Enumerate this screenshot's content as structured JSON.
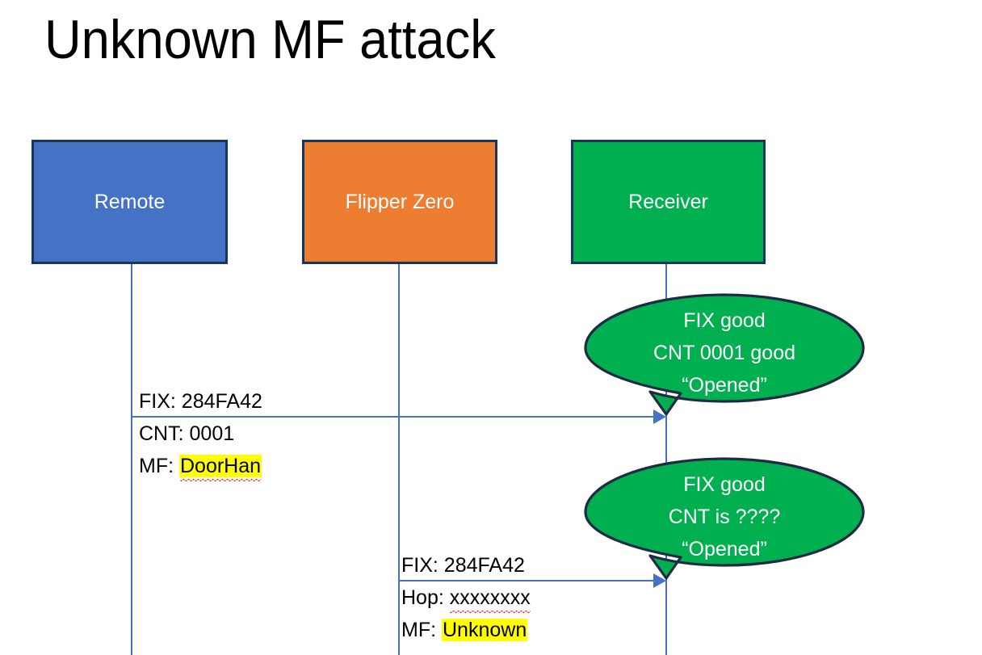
{
  "slide": {
    "title": "Unknown MF attack",
    "background": "#FFFFFF"
  },
  "colors": {
    "remote_fill": "#4472C4",
    "flipper_fill": "#ED7D31",
    "receiver_fill": "#00B050",
    "box_border": "#17365D",
    "lifeline": "#4472C4",
    "arrow": "#4472C4",
    "highlight": "#FFFF00",
    "spellcheck_underline": "#E02020",
    "callout_fill": "#00B050",
    "callout_border": "#1F2A44",
    "text_dark": "#000000",
    "text_light": "#FFFFFF"
  },
  "actors": [
    {
      "id": "remote",
      "label": "Remote",
      "fill": "#4472C4"
    },
    {
      "id": "flipper",
      "label": "Flipper Zero",
      "fill": "#ED7D31"
    },
    {
      "id": "receiver",
      "label": "Receiver",
      "fill": "#00B050"
    }
  ],
  "messages": [
    {
      "id": "msg-remote-to-receiver",
      "from": "remote",
      "to": "receiver",
      "lines": [
        {
          "label": "FIX:",
          "value": "284FA42",
          "highlight": false,
          "spellcheck_error": false
        },
        {
          "label": "CNT:",
          "value": "0001",
          "highlight": false,
          "spellcheck_error": false
        },
        {
          "label": "MF:",
          "value": "DoorHan",
          "highlight": true,
          "spellcheck_error": true
        }
      ]
    },
    {
      "id": "msg-flipper-to-receiver",
      "from": "flipper",
      "to": "receiver",
      "lines": [
        {
          "label": "FIX:",
          "value": "284FA42",
          "highlight": false,
          "spellcheck_error": false
        },
        {
          "label": "Hop:",
          "value": "xxxxxxxx",
          "highlight": false,
          "spellcheck_error": true
        },
        {
          "label": "MF:",
          "value": "Unknown",
          "highlight": true,
          "spellcheck_error": false
        }
      ]
    }
  ],
  "callouts": [
    {
      "id": "callout-good-counter",
      "lines": [
        "FIX good",
        "CNT 0001 good",
        "“Opened”"
      ]
    },
    {
      "id": "callout-unknown-counter",
      "lines": [
        "FIX good",
        "CNT is ????",
        "“Opened”"
      ]
    }
  ]
}
